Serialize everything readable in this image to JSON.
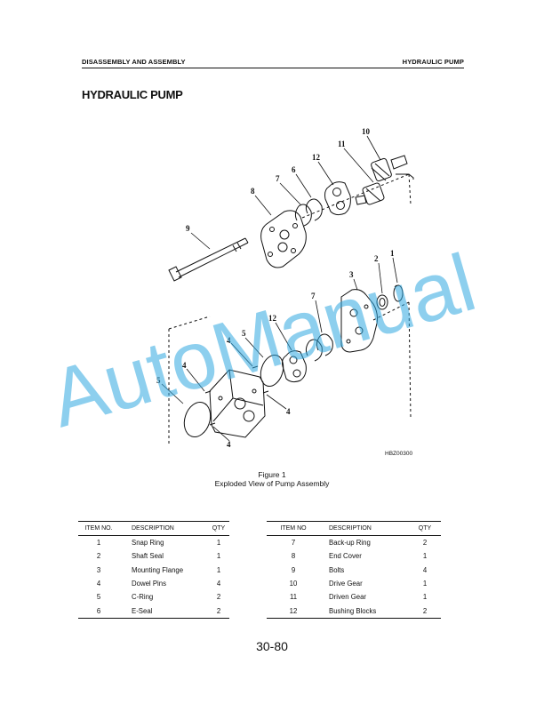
{
  "header": {
    "left": "DISASSEMBLY AND ASSEMBLY",
    "right": "HYDRAULIC PUMP"
  },
  "title": "HYDRAULIC PUMP",
  "figure": {
    "callouts": [
      "10",
      "11",
      "12",
      "6",
      "7",
      "8",
      "9",
      "1",
      "2",
      "3",
      "7",
      "12",
      "5",
      "4",
      "4",
      "5",
      "4",
      "4"
    ],
    "code": "HBZ00300",
    "caption_number": "Figure 1",
    "caption_text": "Exploded View of Pump Assembly"
  },
  "watermark": "AutoManual",
  "tables": {
    "left": {
      "headers": [
        "ITEM NO.",
        "DESCRIPTION",
        "QTY"
      ],
      "rows": [
        [
          "1",
          "Snap Ring",
          "1"
        ],
        [
          "2",
          "Shaft Seal",
          "1"
        ],
        [
          "3",
          "Mounting Flange",
          "1"
        ],
        [
          "4",
          "Dowel Pins",
          "4"
        ],
        [
          "5",
          "C-Ring",
          "2"
        ],
        [
          "6",
          "E-Seal",
          "2"
        ]
      ]
    },
    "right": {
      "headers": [
        "ITEM NO",
        "DESCRIPTION",
        "QTY"
      ],
      "rows": [
        [
          "7",
          "Back-up Ring",
          "2"
        ],
        [
          "8",
          "End Cover",
          "1"
        ],
        [
          "9",
          "Bolts",
          "4"
        ],
        [
          "10",
          "Drive Gear",
          "1"
        ],
        [
          "11",
          "Driven Gear",
          "1"
        ],
        [
          "12",
          "Bushing Blocks",
          "2"
        ]
      ]
    }
  },
  "page_number": "30-80"
}
